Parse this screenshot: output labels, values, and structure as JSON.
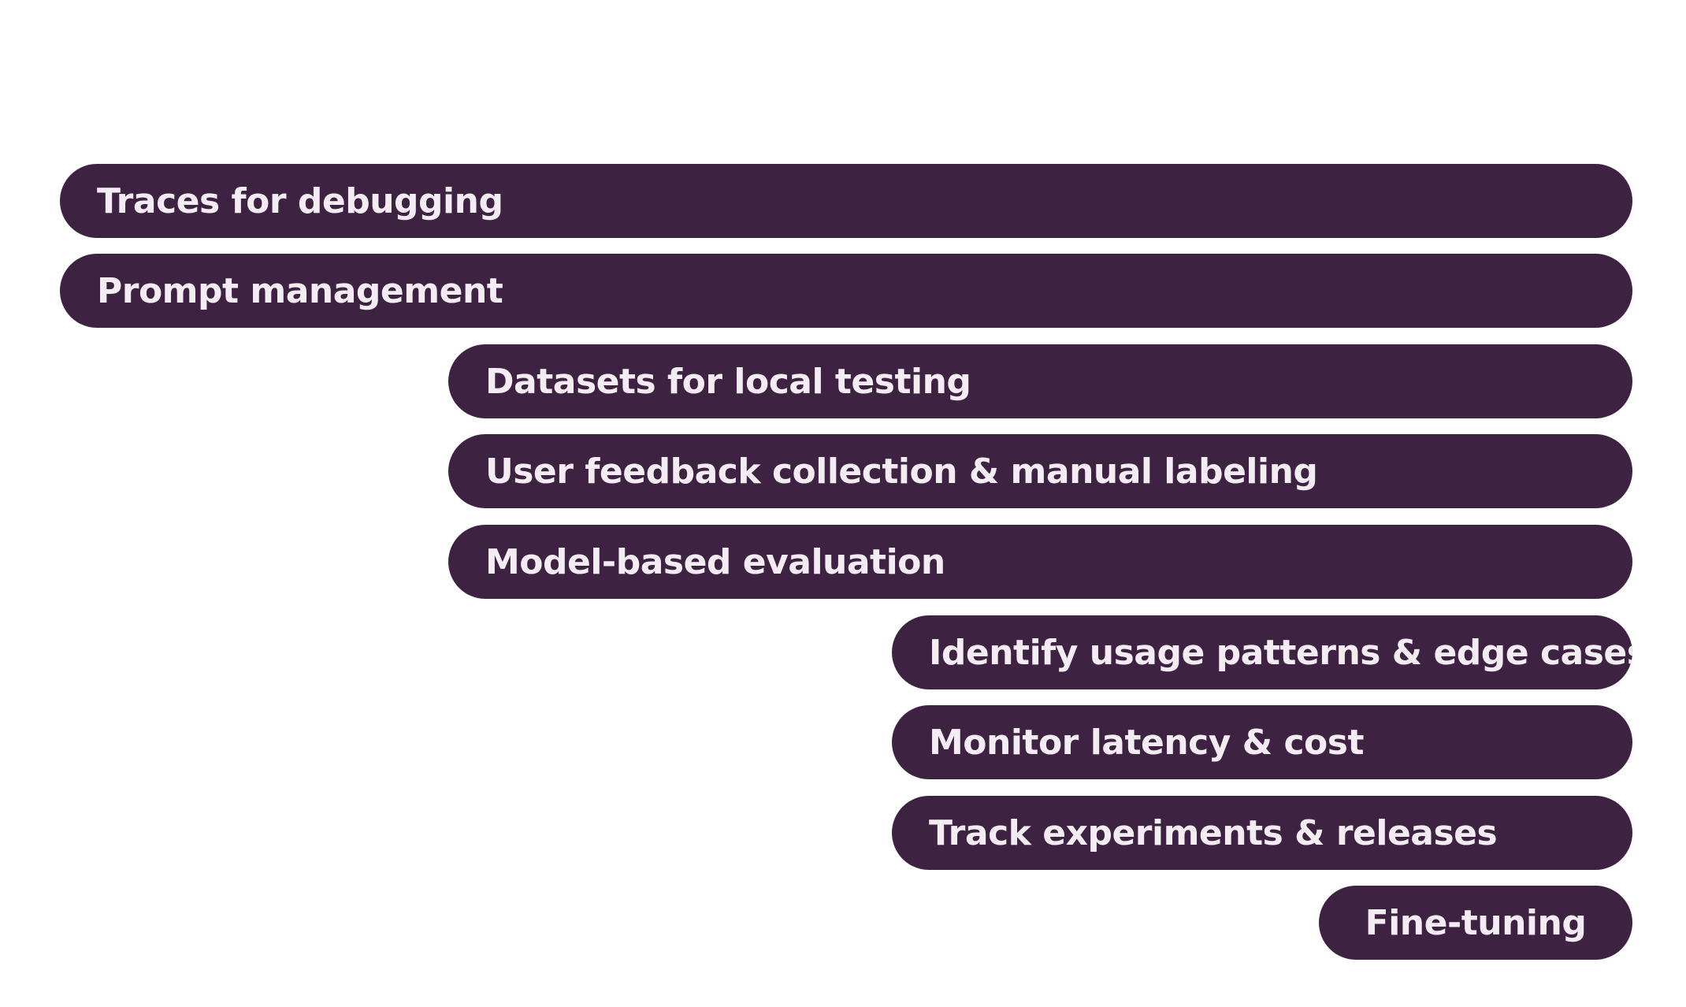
{
  "colors": {
    "pill_fill": "#3e2242",
    "pill_text": "#f3ecf2",
    "background": "#ffffff"
  },
  "items": [
    {
      "label": "Traces for debugging"
    },
    {
      "label": "Prompt management"
    },
    {
      "label": "Datasets for local testing"
    },
    {
      "label": "User feedback collection & manual labeling"
    },
    {
      "label": "Model-based evaluation"
    },
    {
      "label": "Identify usage patterns & edge cases"
    },
    {
      "label": "Monitor latency & cost"
    },
    {
      "label": "Track experiments & releases"
    },
    {
      "label": "Fine-tuning"
    }
  ]
}
